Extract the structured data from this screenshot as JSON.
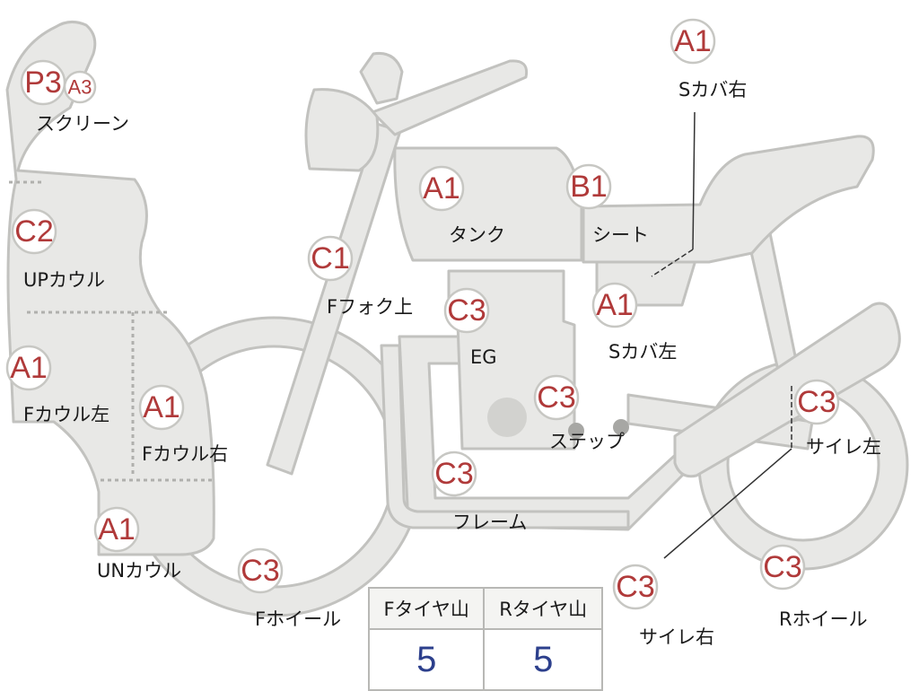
{
  "parts": [
    {
      "id": "screen",
      "grade": "P3",
      "grade_secondary": "A3",
      "label": "スクリーン"
    },
    {
      "id": "up-cowl",
      "grade": "C2",
      "label": "UPカウル"
    },
    {
      "id": "f-cowl-left",
      "grade": "A1",
      "label": "Fカウル左"
    },
    {
      "id": "f-cowl-right",
      "grade": "A1",
      "label": "Fカウル右"
    },
    {
      "id": "un-cowl",
      "grade": "A1",
      "label": "UNカウル"
    },
    {
      "id": "f-wheel",
      "grade": "C3",
      "label": "Fホイール"
    },
    {
      "id": "f-fork-upper",
      "grade": "C1",
      "label": "Fフォク上"
    },
    {
      "id": "tank",
      "grade": "A1",
      "label": "タンク"
    },
    {
      "id": "seat",
      "grade": "B1",
      "label": "シート"
    },
    {
      "id": "s-cover-right",
      "grade": "A1",
      "label": "Sカバ右"
    },
    {
      "id": "engine",
      "grade": "C3",
      "label": "EG"
    },
    {
      "id": "s-cover-left",
      "grade": "A1",
      "label": "Sカバ左"
    },
    {
      "id": "step",
      "grade": "C3",
      "label": "ステップ"
    },
    {
      "id": "frame",
      "grade": "C3",
      "label": "フレーム"
    },
    {
      "id": "muffler-left",
      "grade": "C3",
      "label": "サイレ左"
    },
    {
      "id": "muffler-right",
      "grade": "C3",
      "label": "サイレ右"
    },
    {
      "id": "r-wheel",
      "grade": "C3",
      "label": "Rホイール"
    }
  ],
  "tire_tread": {
    "front_header": "Fタイヤ山",
    "rear_header": "Rタイヤ山",
    "front_value": "5",
    "rear_value": "5"
  },
  "colors": {
    "part_fill": "#e8e8e6",
    "part_outline": "#c2c2bf",
    "grade_text": "#b03a3a",
    "tread_value": "#2c3f8c"
  }
}
